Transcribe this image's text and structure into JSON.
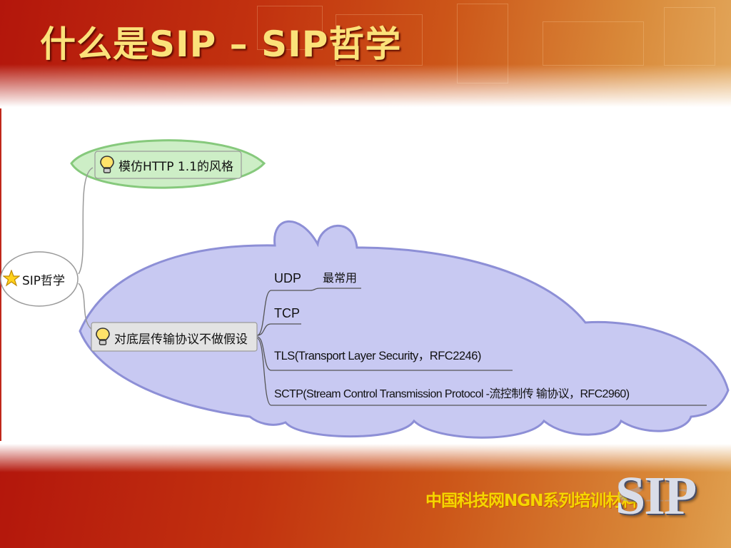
{
  "slide": {
    "title": "什么是SIP – SIP哲学",
    "footer_text": "中国科技网NGN系列培训材料",
    "logo_text": "SIP"
  },
  "mindmap": {
    "root": {
      "label": "SIP哲学",
      "icon": "star-icon"
    },
    "branches": [
      {
        "label": "模仿HTTP 1.1的风格",
        "icon": "lightbulb-icon",
        "bubble_color": "#cdeec6"
      },
      {
        "label": "对底层传输协议不做假设",
        "icon": "lightbulb-icon",
        "bubble_color": "#c8c9f2",
        "children": [
          {
            "label": "UDP",
            "note": "最常用"
          },
          {
            "label": "TCP"
          },
          {
            "label": "TLS(Transport Layer Security，RFC2246)"
          },
          {
            "label": "SCTP(Stream Control Transmission Protocol -流控制传 输协议，RFC2960)"
          }
        ]
      }
    ]
  },
  "colors": {
    "banner_red": "#b3160c",
    "title_yellow": "#fbe27a",
    "green_bubble": "#cdeec6",
    "purple_bubble": "#c8c9f2",
    "footer_yellow": "#f5d600"
  }
}
